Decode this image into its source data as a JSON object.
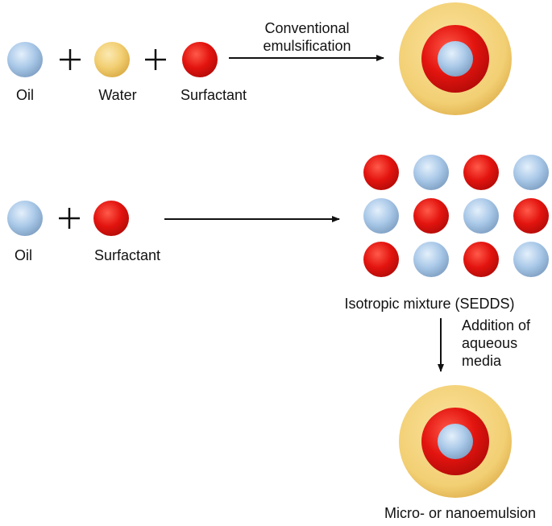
{
  "row1": {
    "labels": {
      "oil": "Oil",
      "water": "Water",
      "surfactant": "Surfactant"
    },
    "arrow_label": [
      "Conventional",
      "emulsification"
    ]
  },
  "row2": {
    "labels": {
      "oil": "Oil",
      "surfactant": "Surfactant"
    },
    "mixture_grid": [
      [
        "surfactant",
        "oil",
        "surfactant",
        "oil"
      ],
      [
        "oil",
        "surfactant",
        "oil",
        "surfactant"
      ],
      [
        "surfactant",
        "oil",
        "surfactant",
        "oil"
      ]
    ],
    "mixture_label": "Isotropic mixture (SEDDS)",
    "addition_label": [
      "Addition of",
      "aqueous",
      "media"
    ],
    "result_label": "Micro- or nanoemulsion"
  },
  "colors": {
    "oil": "#a9c8e8",
    "water": "#f2cf73",
    "surfactant": "#e3140f",
    "outline": "#111111"
  }
}
